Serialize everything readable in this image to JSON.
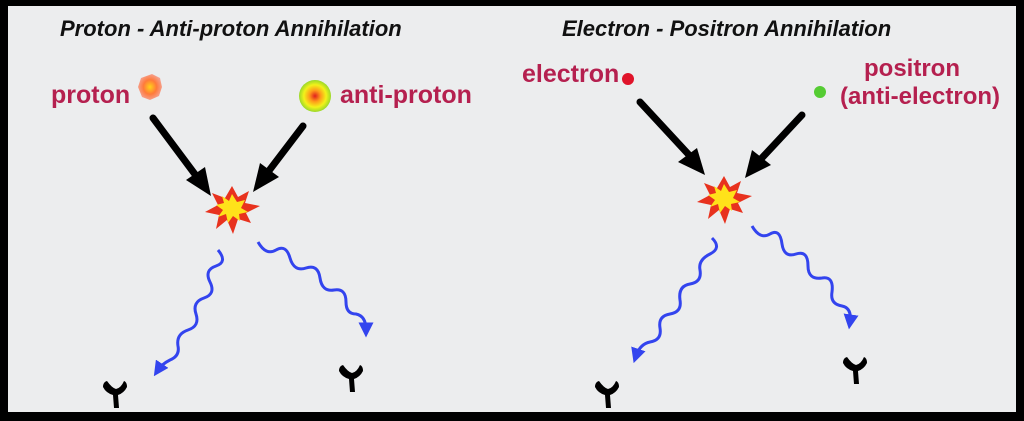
{
  "left_panel": {
    "title": "Proton - Anti-proton Annihilation",
    "particle_a": "proton",
    "particle_b": "anti-proton"
  },
  "right_panel": {
    "title": "Electron - Positron Annihilation",
    "particle_a": "electron",
    "particle_b_line1": "positron",
    "particle_b_line2": "(anti-electron)"
  },
  "colors": {
    "label": "#b5204f",
    "arrow": "#000000",
    "photon": "#3344ee",
    "burst_outer": "#e8321e",
    "burst_inner": "#ffe21a",
    "electron": "#e0142a",
    "positron": "#55cc33"
  }
}
